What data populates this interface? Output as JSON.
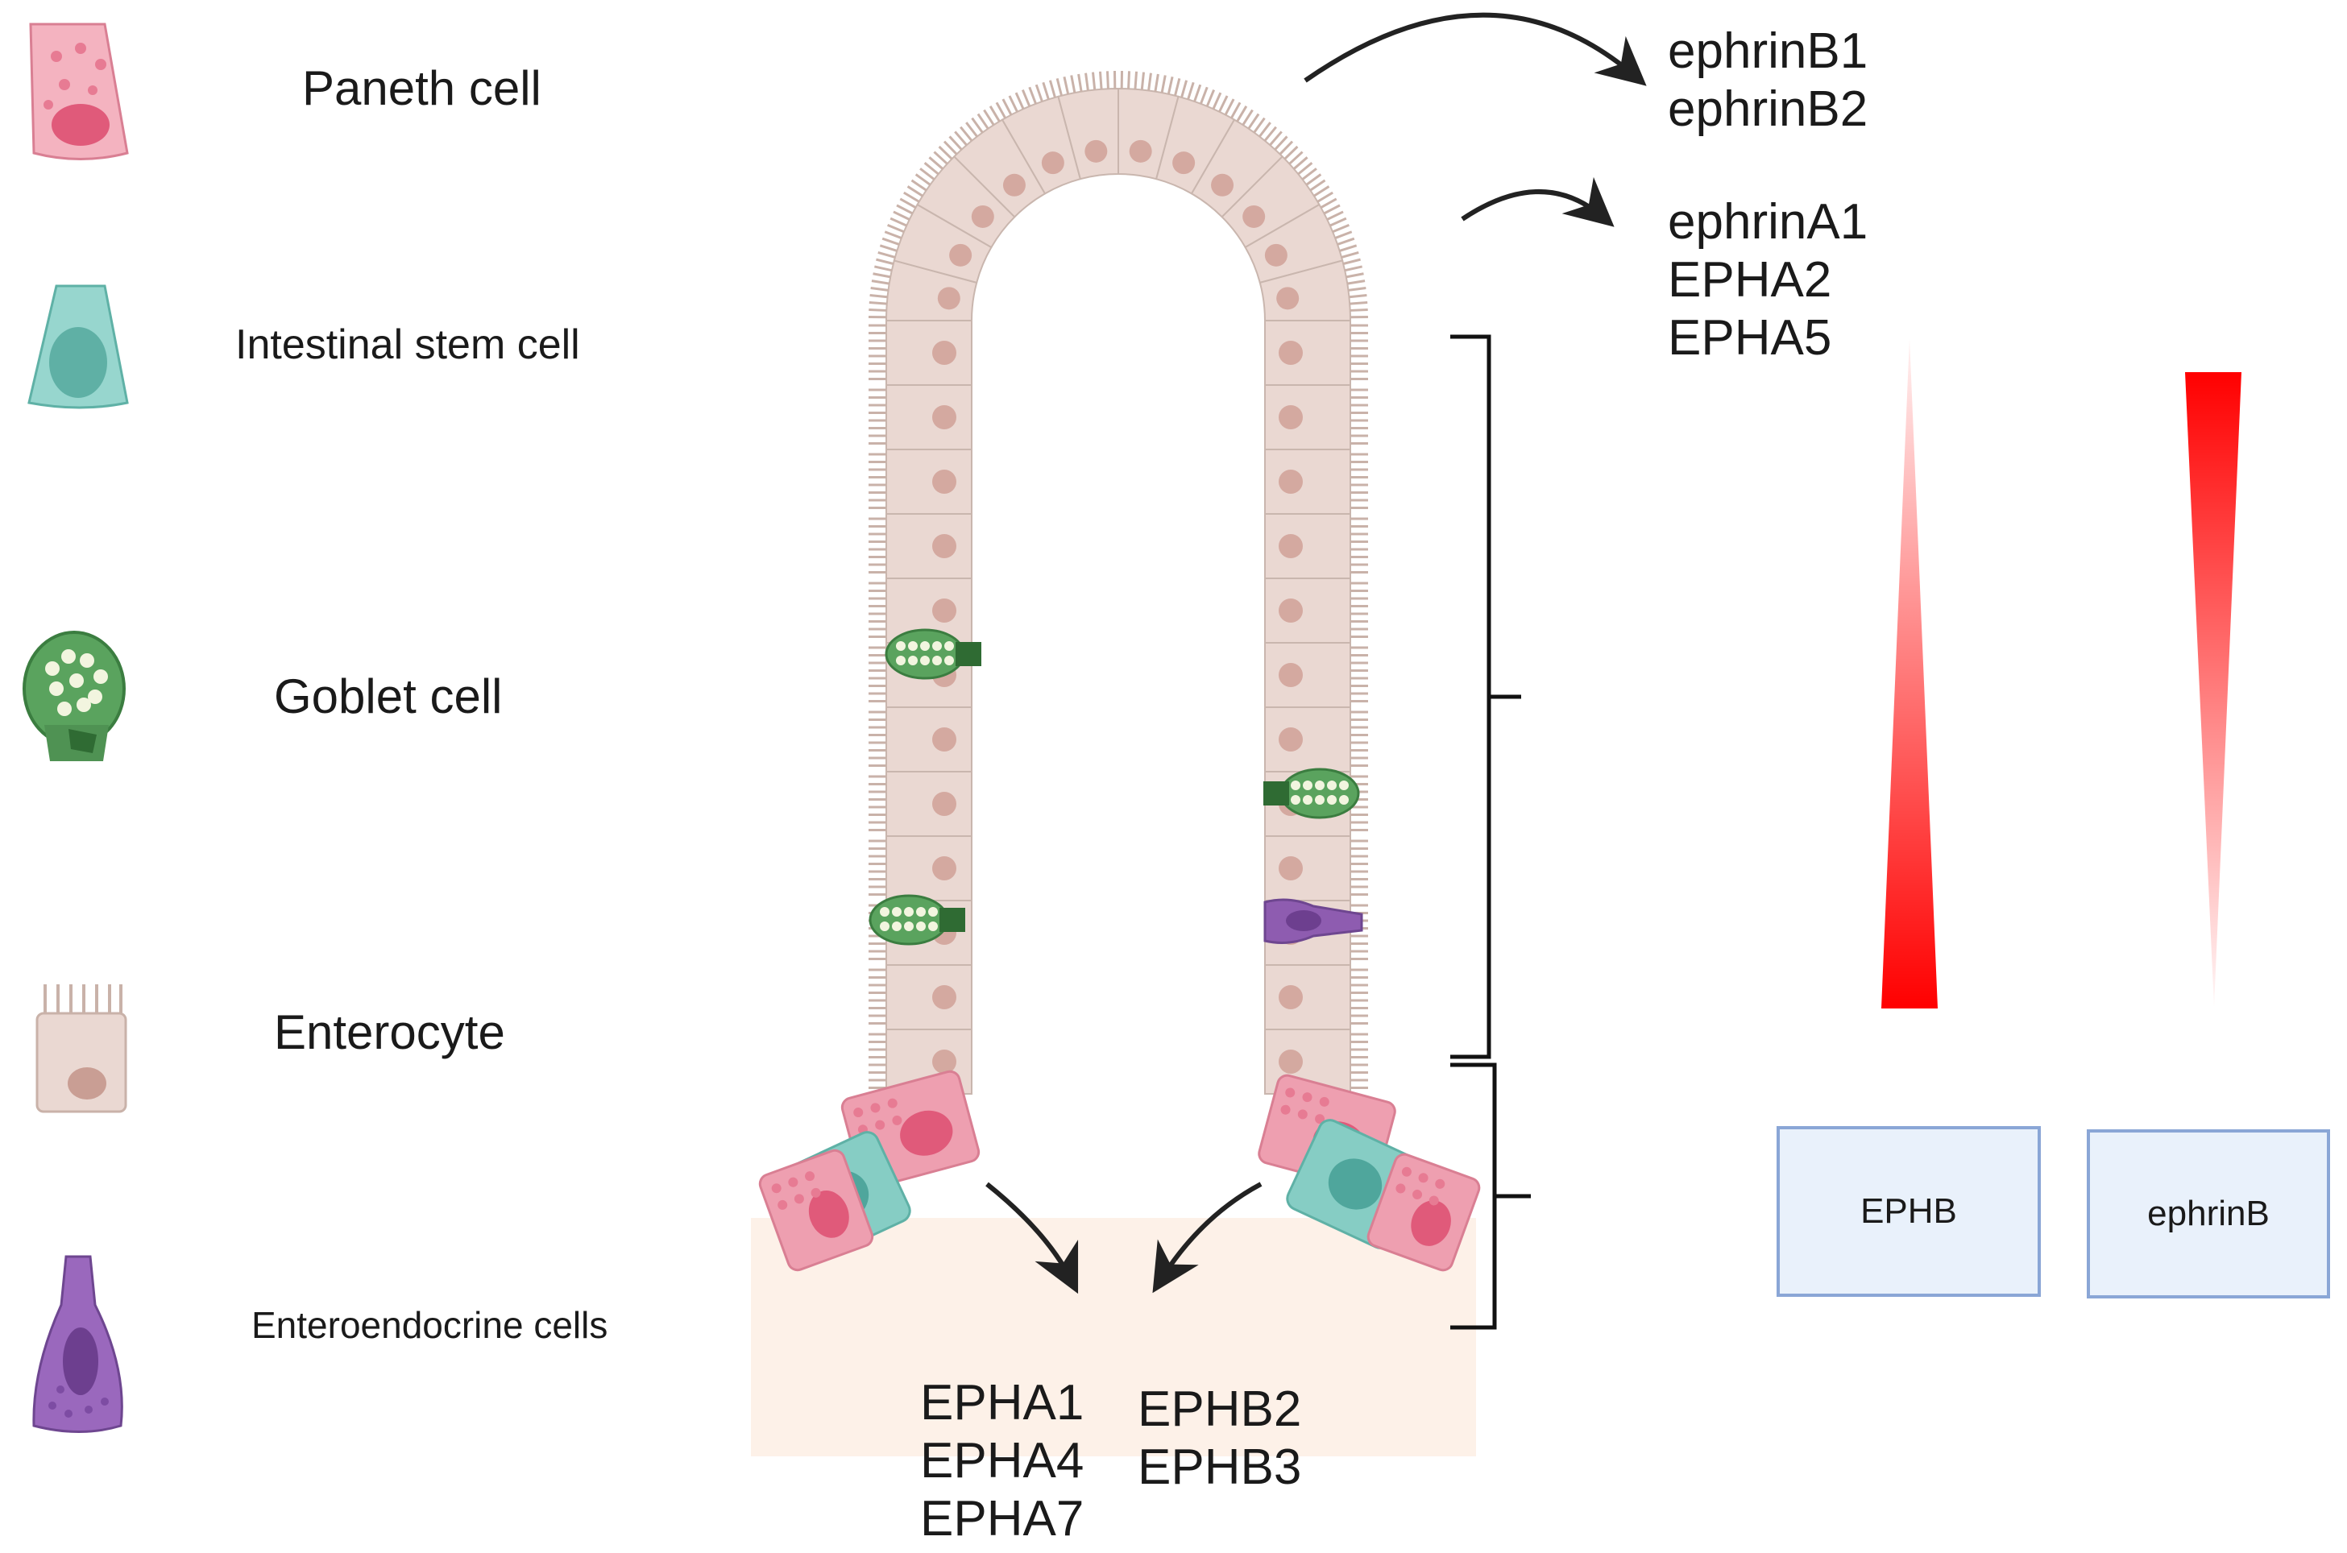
{
  "legend": {
    "paneth": "Paneth cell",
    "stem": "Intestinal stem cell",
    "goblet": "Goblet cell",
    "enterocyte": "Enterocyte",
    "enteroendocrine": "Enteroendocrine cells"
  },
  "genes": {
    "top_b": [
      "ephrinB1",
      "ephrinB2"
    ],
    "top_a": [
      "ephrinA1",
      "EPHA2",
      "EPHA5"
    ],
    "bottom_a": [
      "EPHA1",
      "EPHA4",
      "EPHA7"
    ],
    "bottom_b": [
      "EPHB2",
      "EPHB3"
    ]
  },
  "gradient_boxes": {
    "left": "EPHB",
    "right": "ephrinB"
  },
  "colors": {
    "paneth": "#ee9fb0",
    "paneth_nucleus": "#e05a7a",
    "stem": "#86cdc4",
    "stem_nucleus": "#4fa69c",
    "goblet": "#4e9a52",
    "enterocyte": "#ead8d2",
    "enterocyte_nucleus": "#d4a9a0",
    "enteroendocrine": "#8e5cb0",
    "crypt_base": "#fdf1e8",
    "gradient": "#ff0000",
    "box_fill": "#e9f1fb",
    "box_border": "#8aa6d6"
  }
}
